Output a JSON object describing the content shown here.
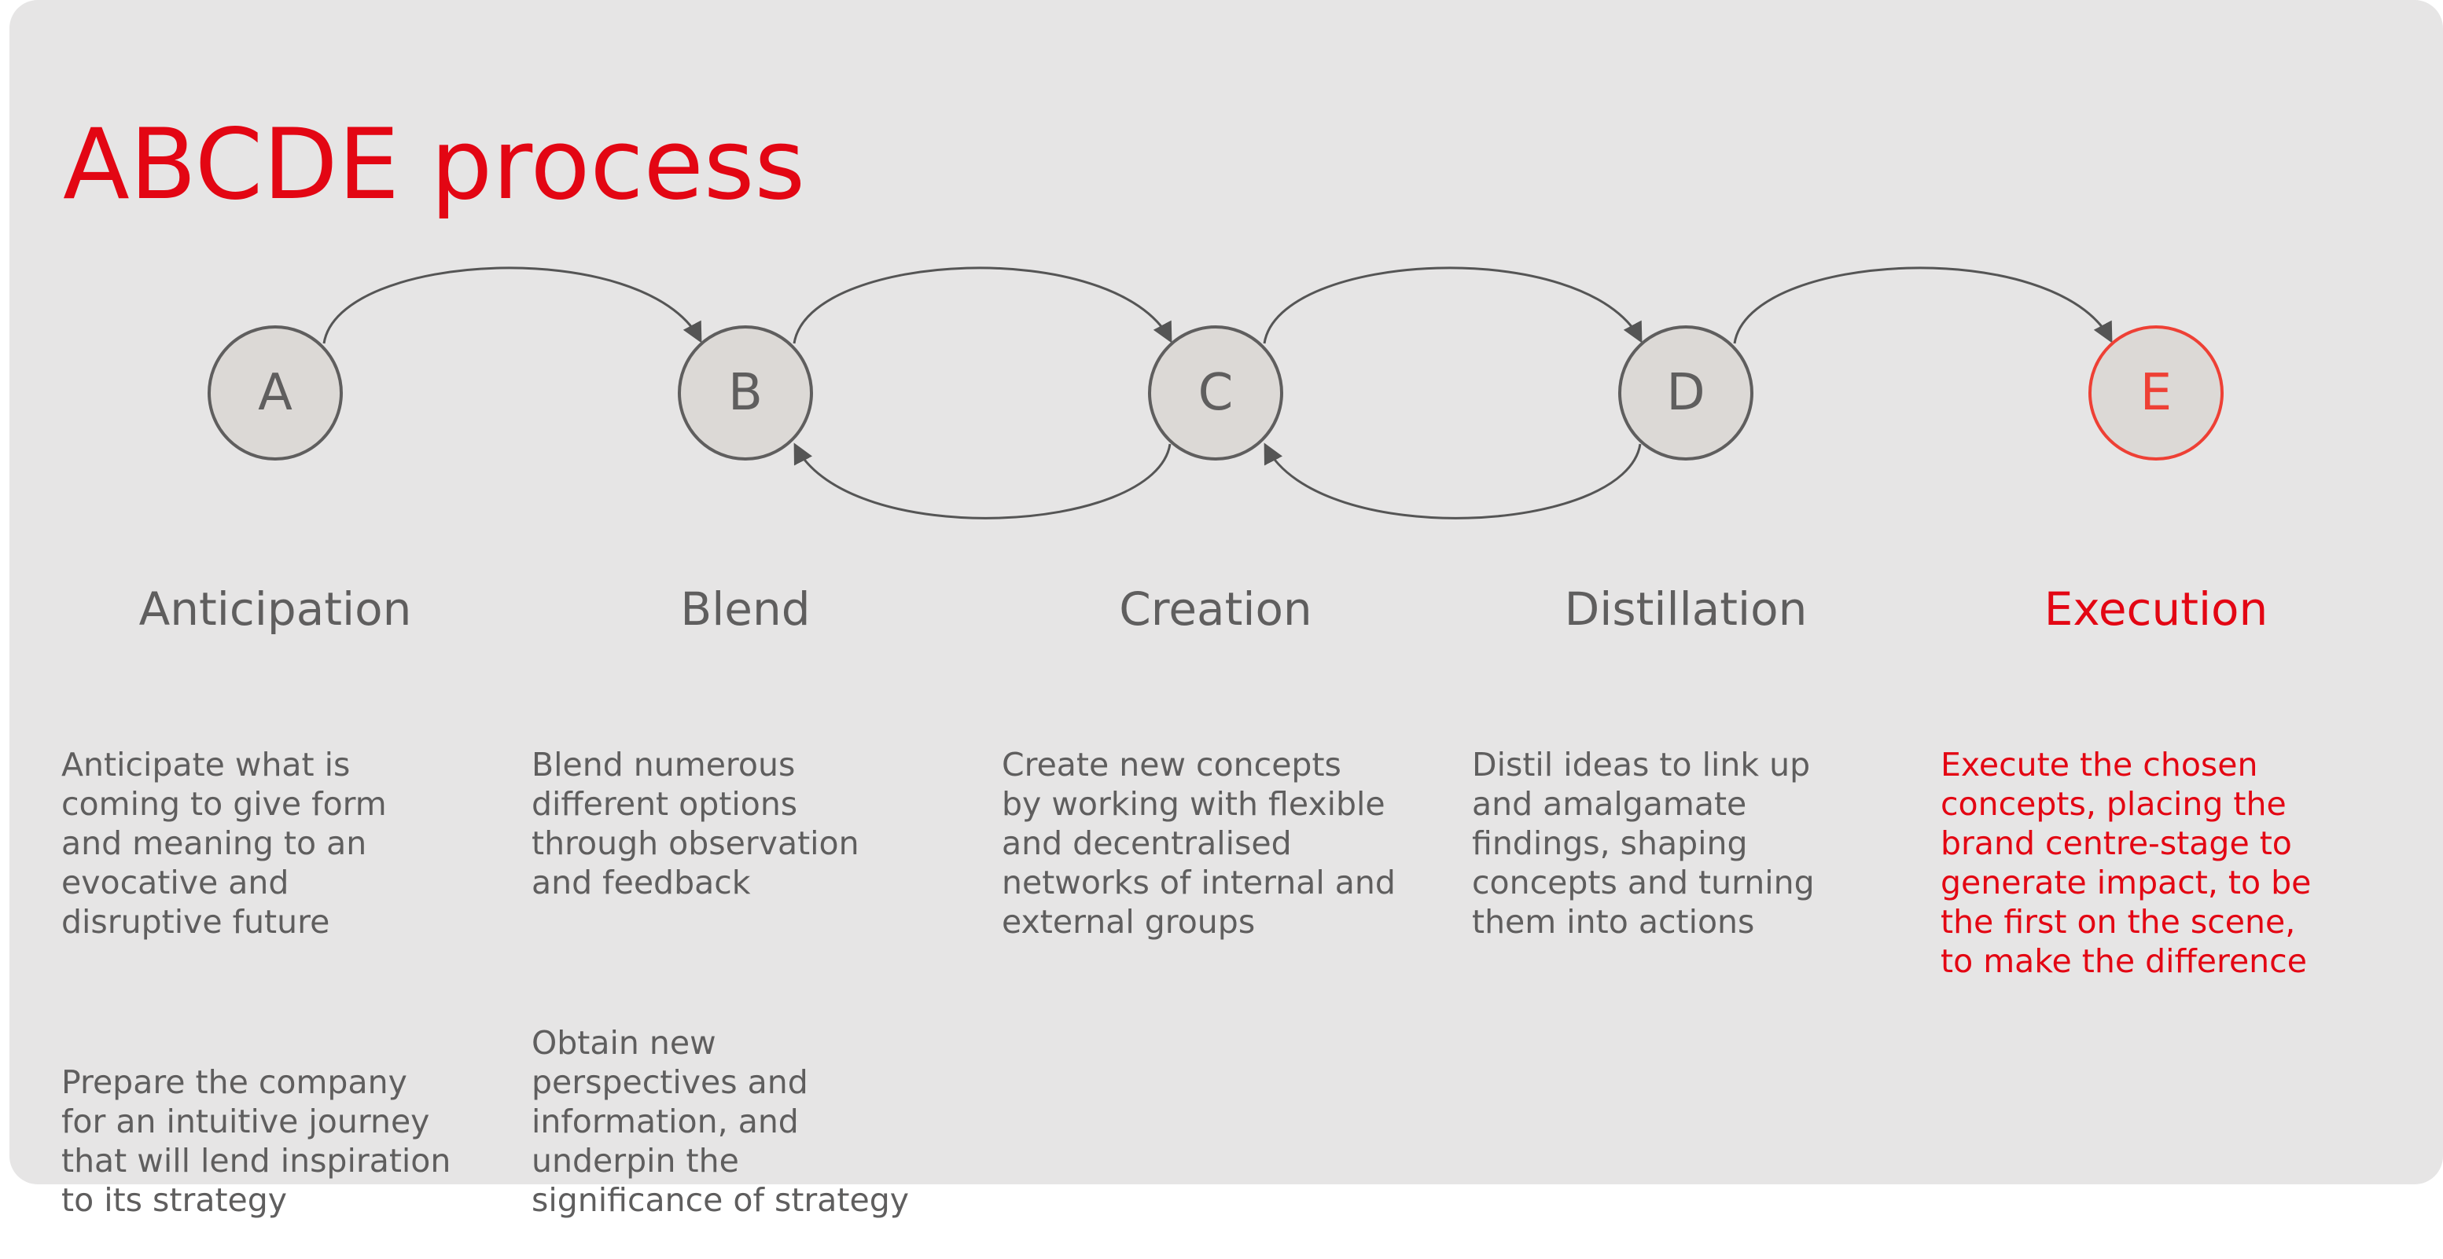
{
  "title": "ABCDE process",
  "colors": {
    "accent": "#e30613",
    "text": "#5f5e5e",
    "card_background": "#e6e5e5",
    "node_fill": "#dcd9d6",
    "highlight_node_stroke": "#ee4035"
  },
  "nodes": [
    {
      "letter": "A",
      "highlight": false
    },
    {
      "letter": "B",
      "highlight": false
    },
    {
      "letter": "C",
      "highlight": false
    },
    {
      "letter": "D",
      "highlight": false
    },
    {
      "letter": "E",
      "highlight": true
    }
  ],
  "edges": [
    {
      "from": "A",
      "to": "B"
    },
    {
      "from": "B",
      "to": "C"
    },
    {
      "from": "C",
      "to": "D"
    },
    {
      "from": "D",
      "to": "E"
    },
    {
      "from": "C",
      "to": "B"
    },
    {
      "from": "D",
      "to": "C"
    }
  ],
  "columns": [
    {
      "heading": "Anticipation",
      "paragraphs": [
        "Anticipate what is\ncoming to give form\nand meaning to an\nevocative and\ndisruptive future",
        "Prepare the company\nfor an intuitive journey\nthat will lend inspiration\nto its strategy"
      ]
    },
    {
      "heading": "Blend",
      "paragraphs": [
        "Blend numerous\ndifferent options\nthrough observation\nand feedback",
        "Obtain new\nperspectives and\ninformation, and\nunderpin the\nsignificance of strategy"
      ]
    },
    {
      "heading": "Creation",
      "paragraphs": [
        "Create new concepts\nby working with flexible\nand decentralised\nnetworks of internal and\nexternal groups"
      ]
    },
    {
      "heading": "Distillation",
      "paragraphs": [
        "Distil ideas to link up\nand amalgamate\nfindings, shaping\nconcepts and turning\nthem into actions"
      ]
    },
    {
      "heading": "Execution",
      "paragraphs": [
        "Execute the chosen\nconcepts, placing the\nbrand centre-stage to\ngenerate impact, to be\nthe first on the scene,\nto make the difference"
      ]
    }
  ]
}
